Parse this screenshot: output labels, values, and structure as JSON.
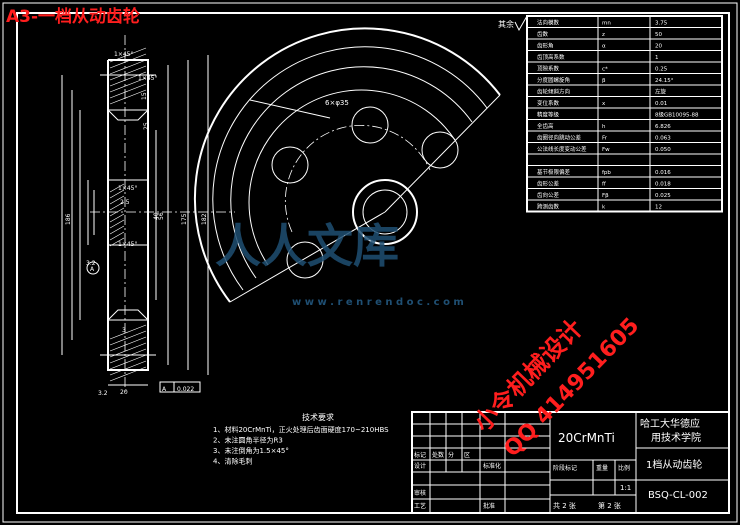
{
  "sheet_title": "A3-一档从动齿轮",
  "params": [
    {
      "label": "法向模数",
      "sym": "mn",
      "val": "3.75"
    },
    {
      "label": "齿数",
      "sym": "z",
      "val": "50"
    },
    {
      "label": "齿形角",
      "sym": "α",
      "val": "20"
    },
    {
      "label": "齿顶高系数",
      "sym": "",
      "val": "1"
    },
    {
      "label": "顶隙系数",
      "sym": "c*",
      "val": "0.25"
    },
    {
      "label": "分度圆螺旋角",
      "sym": "β",
      "val": "24.15°"
    },
    {
      "label": "齿轮倾斜方向",
      "sym": "",
      "val": "左旋"
    },
    {
      "label": "变位系数",
      "sym": "x",
      "val": "0.01"
    },
    {
      "label": "精度等级",
      "sym": "",
      "val": "8级GB10095-88"
    },
    {
      "label": "全齿高",
      "sym": "h",
      "val": "6.826"
    },
    {
      "label": "齿圈径向跳动公差",
      "sym": "Fr",
      "val": "0.063"
    },
    {
      "label": "公法线长度变动公差",
      "sym": "Fw",
      "val": "0.050"
    },
    {
      "label": "",
      "sym": "",
      "val": ""
    },
    {
      "label": "基节极限偏差",
      "sym": "fpb",
      "val": "0.016"
    },
    {
      "label": "齿形公差",
      "sym": "ff",
      "val": "0.018"
    },
    {
      "label": "齿向公差",
      "sym": "Fβ",
      "val": "0.025"
    },
    {
      "label": "跨测齿数",
      "sym": "k",
      "val": "12"
    }
  ],
  "notes_title": "技术要求",
  "notes": [
    "1、材料20CrMnTi，正火处理后齿面硬度170~210HBS",
    "2、未注圆角半径为R3",
    "3、未注倒角为1.5×45°",
    "4、清除毛刺"
  ],
  "side_dims": [
    "1×45°",
    "1×45°",
    "1×45°",
    "1×45°",
    "15",
    "25",
    "40",
    "56",
    "175",
    "182",
    "186",
    "2.5",
    "3.2",
    "3.2",
    "20",
    "3",
    "0.022",
    "A",
    "A"
  ],
  "material": "20CrMnTi",
  "school": "哈工大华德应用技术学院",
  "part_name": "1档从动齿轮",
  "drawing_no": "BSQ-CL-002",
  "scale": "1:1",
  "sheet_count": "共 2 张",
  "sheet_no": "第 2 张",
  "title_labels": [
    "标记",
    "处数",
    "分",
    "区",
    "设计",
    "标准化",
    "阶段标记",
    "重量",
    "比例",
    "审核",
    "工艺",
    "批准"
  ],
  "roughness_note": "其余",
  "front_label": "6×φ35",
  "stamp_lines": [
    "小令机械设计",
    "QQ 414951605"
  ],
  "watermark": "人人文库",
  "watermark_url": "w w w . r e n r e n d o c . c o m"
}
